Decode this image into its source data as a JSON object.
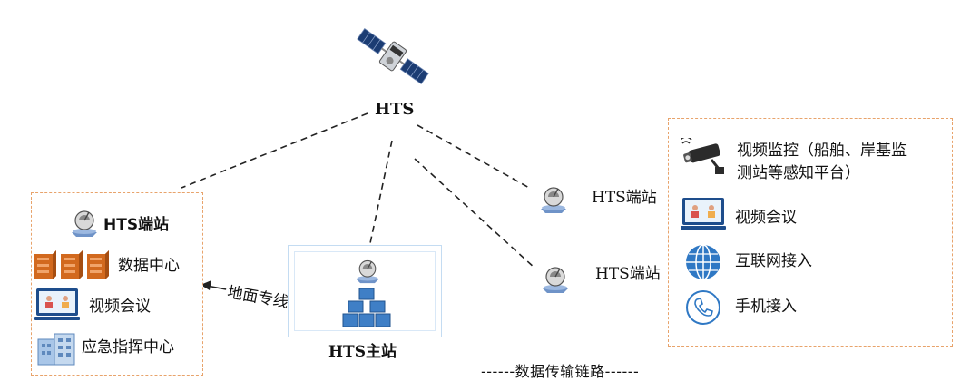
{
  "satellite": {
    "label": "HTS",
    "icon": "satellite-icon"
  },
  "left_panel": {
    "terminal_label": "HTS端站",
    "items": [
      {
        "label": "数据中心",
        "icon": "server-icon"
      },
      {
        "label": "视频会议",
        "icon": "video-conference-icon"
      },
      {
        "label": "应急指挥中心",
        "icon": "building-icon"
      }
    ]
  },
  "ground_line_label": "地面专线",
  "master_station": {
    "label": "HTS主站"
  },
  "right_terminals": [
    {
      "label": "HTS端站"
    },
    {
      "label": "HTS端站"
    }
  ],
  "right_panel": {
    "items": [
      {
        "label_line1": "视频监控（船舶、岸基监",
        "label_line2": "测站等感知平台）",
        "icon": "surveillance-camera-icon"
      },
      {
        "label": "视频会议",
        "icon": "video-conference-icon"
      },
      {
        "label": "互联网接入",
        "icon": "globe-icon"
      },
      {
        "label": "手机接入",
        "icon": "phone-icon"
      }
    ]
  },
  "legend": {
    "label": "------数据传输链路------"
  },
  "colors": {
    "box_border": "#e8a36b",
    "dash_line": "#222222",
    "accent_blue": "#2f78c4"
  }
}
